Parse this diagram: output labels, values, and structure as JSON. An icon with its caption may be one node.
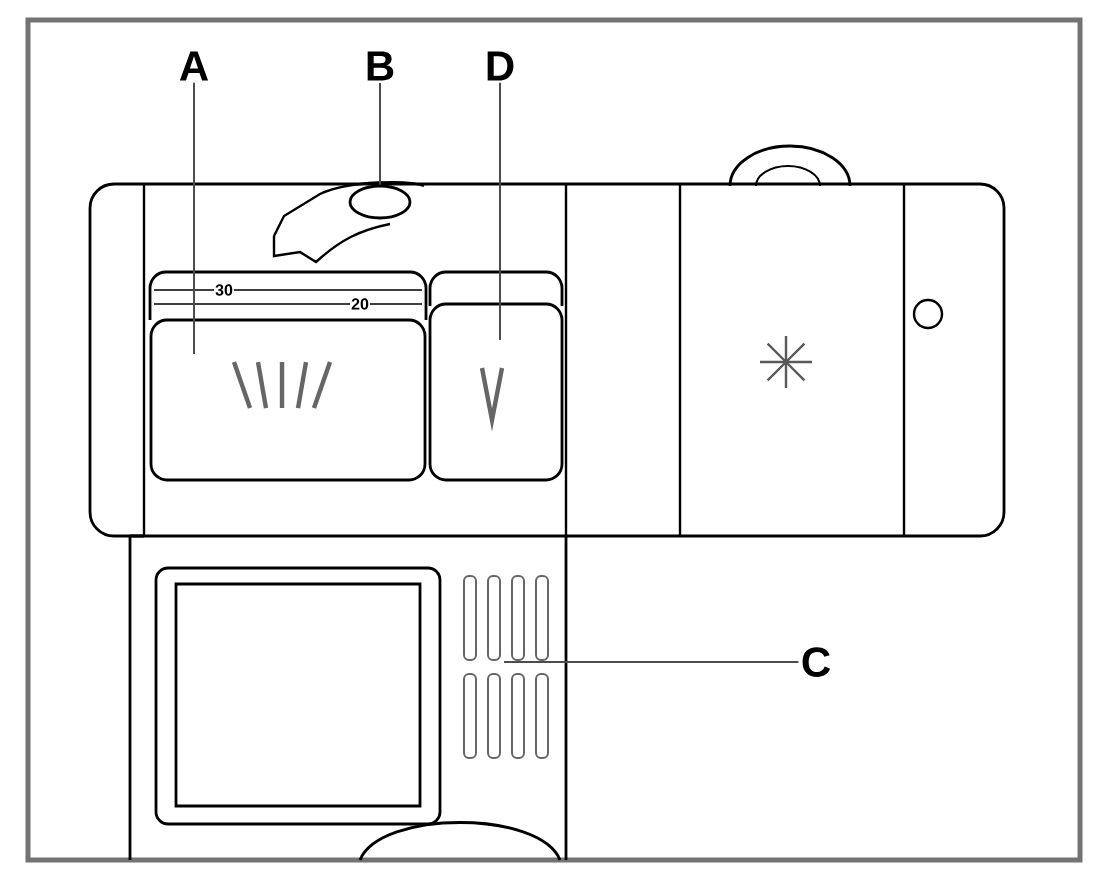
{
  "diagram": {
    "nodes": [
      {
        "text": [
          "A"
        ]
      },
      {
        "text": [
          "B"
        ]
      },
      {
        "text": [
          "D"
        ]
      },
      {
        "text": [],
        "shape": "circle"
      },
      {
        "text": [],
        "shape": "box"
      },
      {
        "text": [],
        "shape": "box"
      },
      {
        "text": [],
        "shape": "grille"
      },
      {
        "text": [
          "C"
        ]
      }
    ],
    "edges": [
      {
        "from": 0,
        "to": 4,
        "arrow": "none"
      },
      {
        "from": 1,
        "to": 3,
        "arrow": "none"
      },
      {
        "from": 2,
        "to": 5,
        "arrow": "none"
      },
      {
        "from": 7,
        "to": 6,
        "arrow": "none"
      }
    ],
    "labels": [
      "30",
      "20"
    ]
  }
}
